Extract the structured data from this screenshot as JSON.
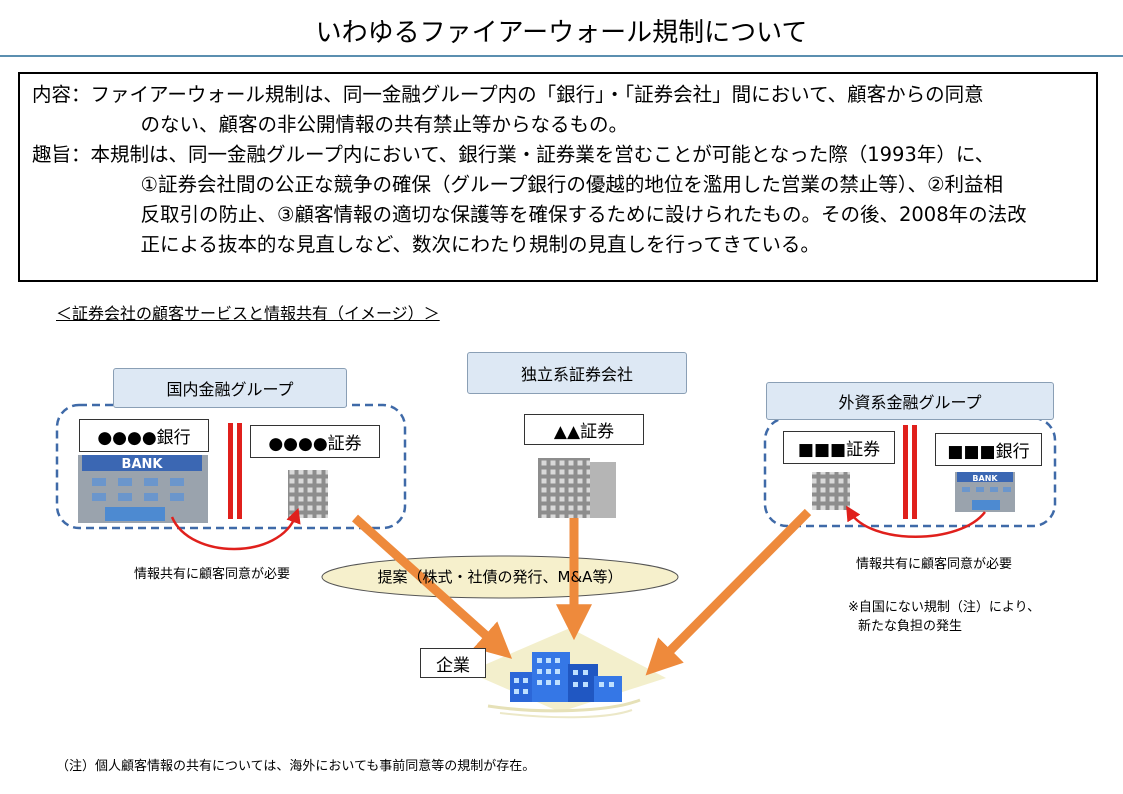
{
  "title": "いわゆるファイアーウォール規制について",
  "summary": {
    "content_label": "内容：",
    "content_lines": [
      "ファイアーウォール規制は、同一金融グループ内の「銀行」・「証券会社」間において、顧客からの同意",
      "のない、顧客の非公開情報の共有禁止等からなるもの。"
    ],
    "purpose_label": "趣旨：",
    "purpose_lines": [
      "本規制は、同一金融グループ内において、銀行業・証券業を営むことが可能となった際（1993年）に、",
      "①証券会社間の公正な競争の確保（グループ銀行の優越的地位を濫用した営業の禁止等）、②利益相",
      "反取引の防止、③顧客情報の適切な保護等を確保するために設けられたもの。その後、2008年の法改",
      "正による抜本的な見直しなど、数次にわたり規制の見直しを行ってきている。"
    ]
  },
  "diagram": {
    "subtitle": "＜証券会社の顧客サービスと情報共有（イメージ）＞",
    "domestic_group": "国内金融グループ",
    "domestic_bank": "●●●●銀行",
    "domestic_securities": "●●●●証券",
    "independent_group": "独立系証券会社",
    "independent_securities": "▲▲証券",
    "foreign_group": "外資系金融グループ",
    "foreign_securities": "■■■証券",
    "foreign_bank": "■■■銀行",
    "bank_sign": "BANK",
    "consent_left": "情報共有に顧客同意が必要",
    "consent_right": "情報共有に顧客同意が必要",
    "foreign_note_lines": [
      "※自国にない規制（注）により、",
      "新たな負担の発生"
    ],
    "proposal": "提案（株式・社債の発行、M&A等）",
    "company": "企業"
  },
  "footnote": "（注）個人顧客情報の共有については、海外においても事前同意等の規制が存在。",
  "colors": {
    "accent_rule": "#5b8fb0",
    "group_fill": "#dde8f4",
    "dashed_border": "#3f6aa8",
    "firewall_red": "#e0201c",
    "arrow_orange": "#ee8a3c",
    "ellipse_fill": "#f6f0cc"
  }
}
